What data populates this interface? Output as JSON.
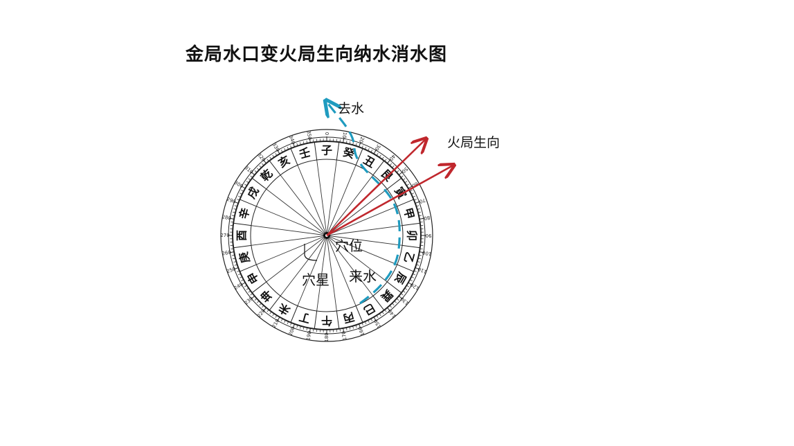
{
  "title": "金局水口变火局生向纳水消水图",
  "labels": {
    "outflow": "去水",
    "fire_facing": "火局生向",
    "site": "穴位",
    "site_star": "穴星",
    "inflow": "来水"
  },
  "degree_ticks": [
    "0",
    "10",
    "20",
    "30",
    "40",
    "50",
    "60",
    "70",
    "80",
    "90",
    "100",
    "110",
    "120",
    "130",
    "140",
    "150",
    "160",
    "170",
    "180",
    "190",
    "200",
    "210",
    "220",
    "230",
    "240",
    "250",
    "260",
    "270",
    "280",
    "290",
    "300",
    "310",
    "320",
    "330",
    "340",
    "350"
  ],
  "mountains": [
    "子",
    "癸",
    "丑",
    "艮",
    "寅",
    "甲",
    "卯",
    "乙",
    "辰",
    "巽",
    "巳",
    "丙",
    "午",
    "丁",
    "未",
    "坤",
    "申",
    "庚",
    "酉",
    "辛",
    "戌",
    "乾",
    "亥",
    "壬"
  ],
  "colors": {
    "arrow_red": "#c0272d",
    "water_blue": "#1f9bbf",
    "line": "#222222"
  }
}
